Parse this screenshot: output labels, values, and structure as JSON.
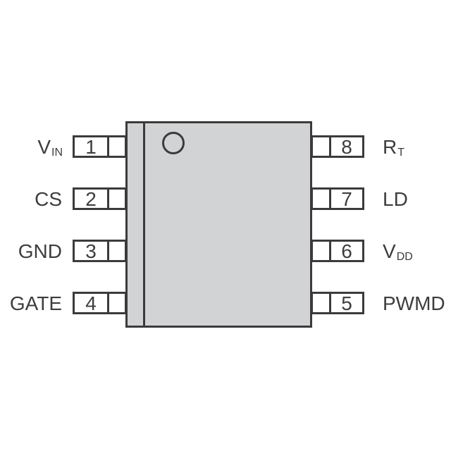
{
  "diagram": {
    "type": "ic-pinout",
    "package": "8-pin",
    "colors": {
      "body_fill": "#d2d3d5",
      "outline": "#3b3b3d",
      "text": "#3d3d3f",
      "background": "#ffffff"
    }
  },
  "pins": [
    {
      "num": "1",
      "base": "V",
      "sub": "IN",
      "side": "left"
    },
    {
      "num": "2",
      "base": "CS",
      "sub": "",
      "side": "left"
    },
    {
      "num": "3",
      "base": "GND",
      "sub": "",
      "side": "left"
    },
    {
      "num": "4",
      "base": "GATE",
      "sub": "",
      "side": "left"
    },
    {
      "num": "5",
      "base": "PWMD",
      "sub": "",
      "side": "right"
    },
    {
      "num": "6",
      "base": "V",
      "sub": "DD",
      "side": "right"
    },
    {
      "num": "7",
      "base": "LD",
      "sub": "",
      "side": "right"
    },
    {
      "num": "8",
      "base": "R",
      "sub": "T",
      "side": "right"
    }
  ]
}
